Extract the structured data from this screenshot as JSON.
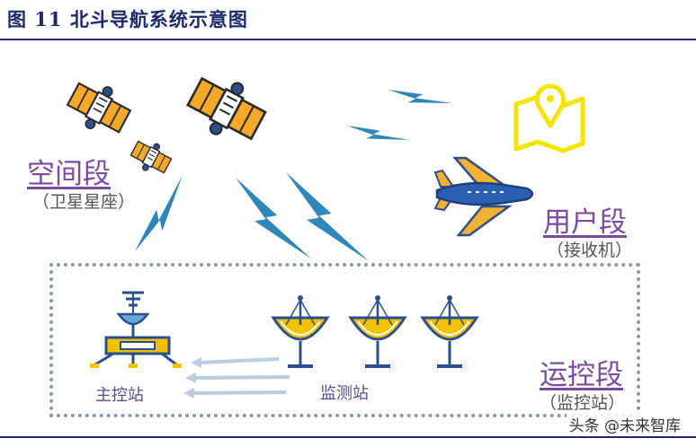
{
  "figure": {
    "title": "图 11 北斗导航系统示意图"
  },
  "segments": {
    "space": {
      "title": "空间段",
      "subtitle": "（卫星星座）"
    },
    "user": {
      "title": "用户段",
      "subtitle": "（接收机）"
    },
    "control": {
      "title": "运控段",
      "subtitle": "（监控站）"
    }
  },
  "stations": {
    "master": "主控站",
    "monitor": "监测站"
  },
  "watermark": "头条 @未来智库",
  "colors": {
    "title": "#1b2a6b",
    "segment_title": "#7b4a9e",
    "signal": "#2f86b8",
    "dish": "#f2c200",
    "map_pin": "#f5e400",
    "plane_body": "#2b5fb4"
  }
}
